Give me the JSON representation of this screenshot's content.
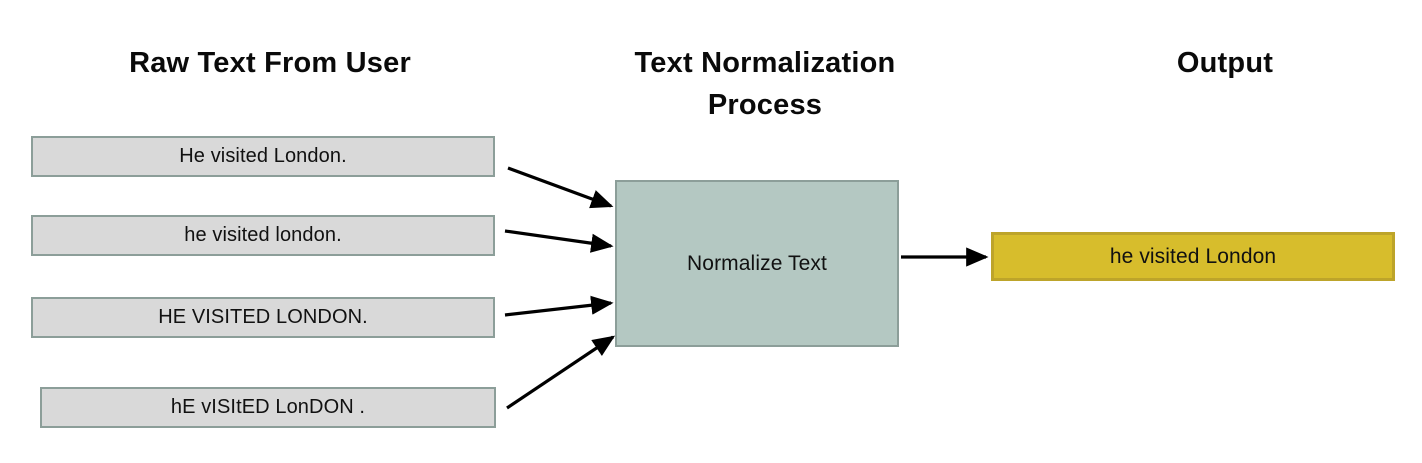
{
  "diagram": {
    "title_columns": [
      {
        "id": "raw",
        "label": "Raw Text From User"
      },
      {
        "id": "process",
        "label": "Text Normalization\nProcess"
      },
      {
        "id": "output",
        "label": "Output"
      }
    ],
    "inputs": [
      {
        "label": "He visited London."
      },
      {
        "label": "he visited london."
      },
      {
        "label": "HE VISITED LONDON."
      },
      {
        "label": "hE vISItED LonDON  ."
      }
    ],
    "process": {
      "label": "Normalize Text"
    },
    "output": {
      "label": "he visited London"
    },
    "colors": {
      "input_fill": "#d9d9d9",
      "input_border": "#8c9e99",
      "process_fill": "#b4c8c2",
      "process_border": "#8c9e99",
      "output_fill": "#d7bd2c",
      "output_border": "#bda42a",
      "arrow": "#000000",
      "text": "#111111",
      "heading": "#0a0a0a",
      "background": "#ffffff"
    }
  }
}
